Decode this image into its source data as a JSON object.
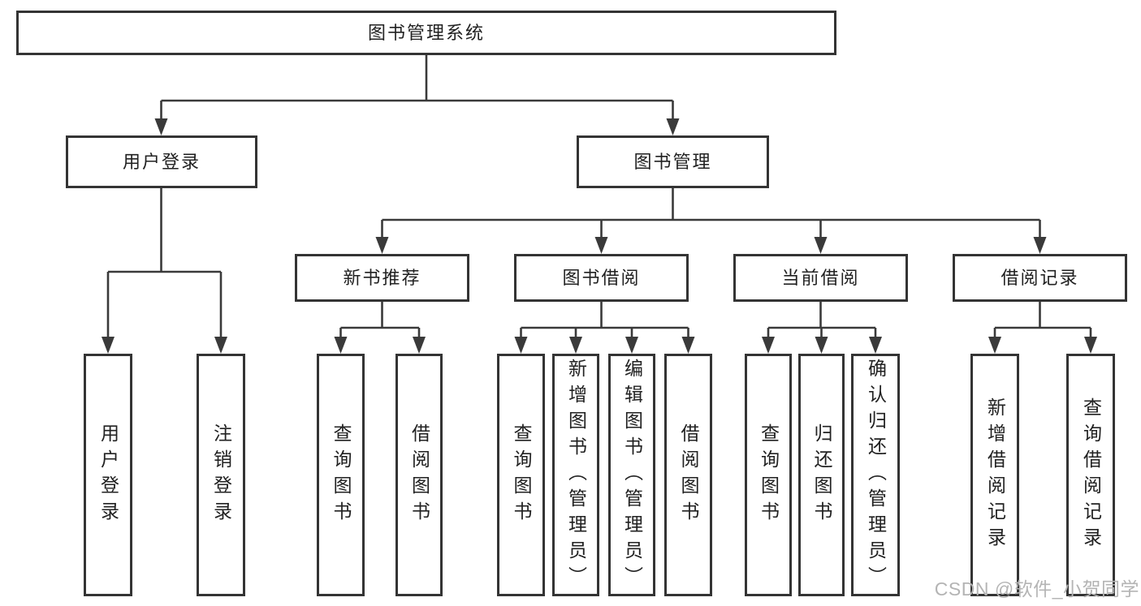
{
  "colors": {
    "line": "#3a3a3a",
    "text": "#212121",
    "box-border": "#343434",
    "box-bg": "#ffffff",
    "page-bg": "#ffffff",
    "watermark": "#b4b4b4"
  },
  "watermark": "CSDN @软件_小贺同学",
  "tree": {
    "label": "图书管理系统",
    "children": [
      {
        "label": "用户登录",
        "children": [
          {
            "label": "用户登录"
          },
          {
            "label": "注销登录"
          }
        ]
      },
      {
        "label": "图书管理",
        "children": [
          {
            "label": "新书推荐",
            "children": [
              {
                "label": "查询图书"
              },
              {
                "label": "借阅图书"
              }
            ]
          },
          {
            "label": "图书借阅",
            "children": [
              {
                "label": "查询图书"
              },
              {
                "label": "新增图书（管理员）"
              },
              {
                "label": "编辑图书（管理员）"
              },
              {
                "label": "借阅图书"
              }
            ]
          },
          {
            "label": "当前借阅",
            "children": [
              {
                "label": "查询图书"
              },
              {
                "label": "归还图书"
              },
              {
                "label": "确认归还（管理员）"
              }
            ]
          },
          {
            "label": "借阅记录",
            "children": [
              {
                "label": "新增借阅记录"
              },
              {
                "label": "查询借阅记录"
              }
            ]
          }
        ]
      }
    ]
  }
}
